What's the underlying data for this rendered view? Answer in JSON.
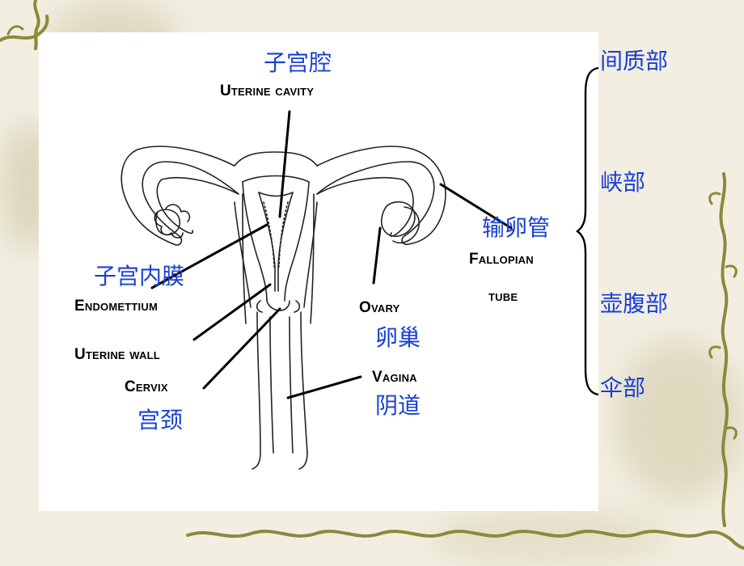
{
  "labels": {
    "uterine_cavity_cn": "子宫腔",
    "uterine_cavity_en": "Uterine cavity",
    "endometrium_cn": "子宫内膜",
    "endometrium_en": "Endomettium",
    "uterine_wall_en": "Uterine wall",
    "cervix_en": "Cervix",
    "cervix_cn": "宫颈",
    "ovary_en": "Ovary",
    "ovary_cn": "卵巢",
    "vagina_en": "Vagina",
    "vagina_cn": "阴道",
    "fallopian_cn": "输卵管",
    "fallopian_en_1": "Fallopian",
    "fallopian_en_2": "tube"
  },
  "tube_parts": [
    "间质部",
    "峡部",
    "壶腹部",
    "伞部"
  ],
  "colors": {
    "label_blue": "#1a3fd6",
    "vine_green": "#8a8a3a",
    "background": "#f2efe2"
  }
}
